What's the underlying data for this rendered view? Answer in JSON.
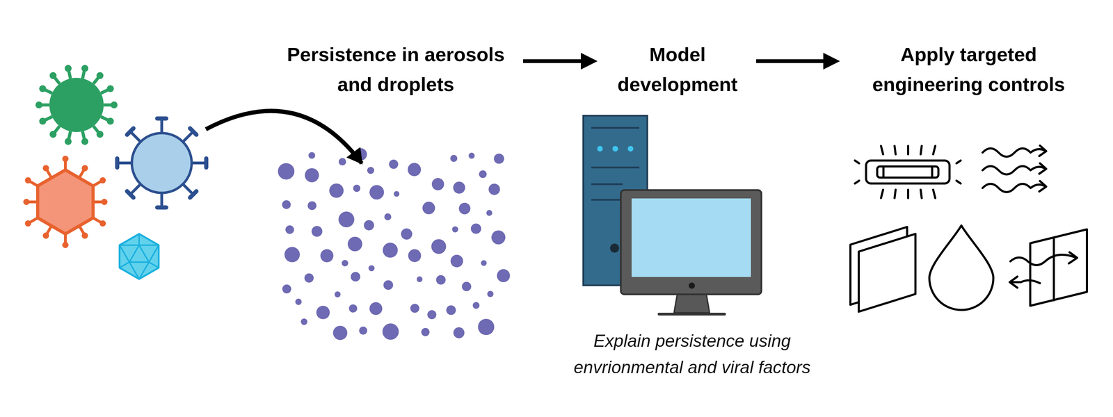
{
  "diagram": {
    "nodes": [
      {
        "text": [
          "Persistence in aerosols and droplets"
        ]
      },
      {
        "text": [
          "Model development",
          "Explain persistence using envrionmental and viral factors"
        ]
      },
      {
        "text": [
          "Apply targeted engineering controls"
        ]
      }
    ],
    "edges": [
      {
        "from": 0,
        "to": 1,
        "arrow": "to"
      },
      {
        "from": 1,
        "to": 2,
        "arrow": "to"
      }
    ]
  }
}
